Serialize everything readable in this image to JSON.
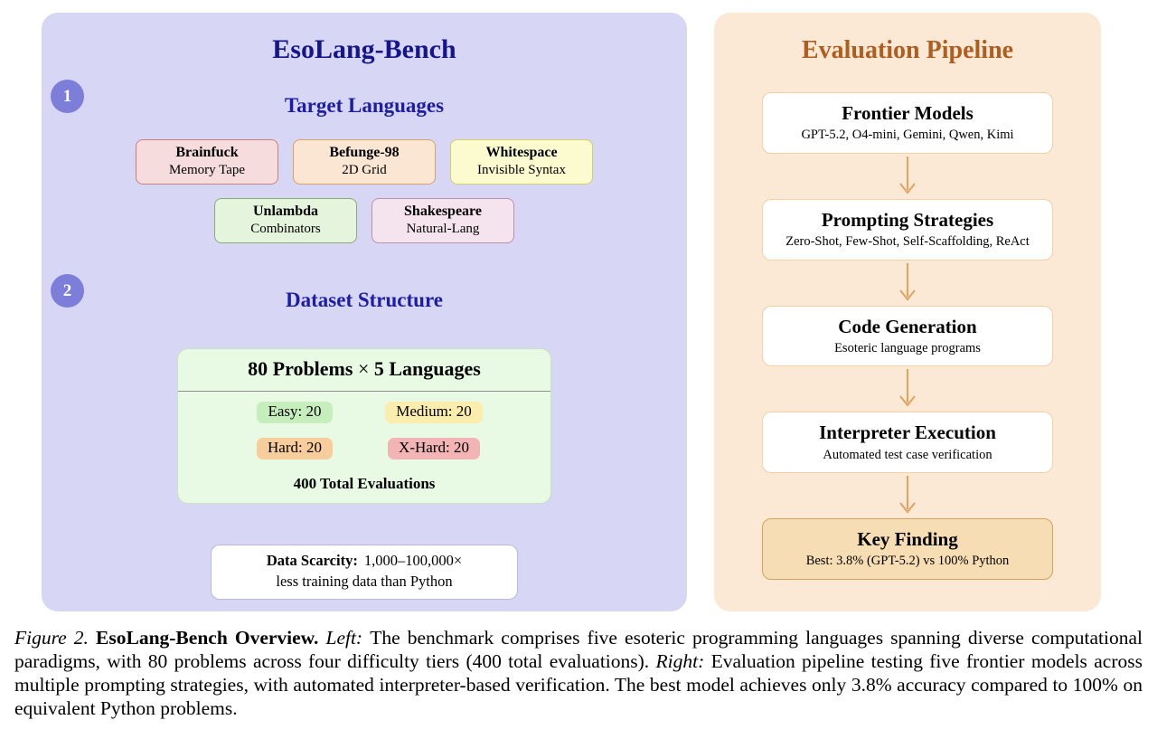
{
  "figure": {
    "left_panel": {
      "title": "EsoLang-Bench",
      "background": "#d7d6f4",
      "title_color": "#16168c",
      "heading_color": "#1d1da5",
      "badge_color": "#7c7eda",
      "sections": [
        {
          "badge": "1",
          "heading": "Target Languages"
        },
        {
          "badge": "2",
          "heading": "Dataset Structure"
        }
      ],
      "language_rows": [
        [
          {
            "name": "Brainfuck",
            "desc": "Memory Tape",
            "bg": "#f6dcdc",
            "border": "#c98080"
          },
          {
            "name": "Befunge-98",
            "desc": "2D Grid",
            "bg": "#fae6d3",
            "border": "#dba06b"
          },
          {
            "name": "Whitespace",
            "desc": "Invisible Syntax",
            "bg": "#fbfbcf",
            "border": "#d0d06e"
          }
        ],
        [
          {
            "name": "Unlambda",
            "desc": "Combinators",
            "bg": "#e5f4dc",
            "border": "#88ad74"
          },
          {
            "name": "Shakespeare",
            "desc": "Natural-Lang",
            "bg": "#f5e3ee",
            "border": "#bb8fae"
          }
        ]
      ],
      "dataset": {
        "header_left": "80 Problems",
        "header_times": "×",
        "header_right": "5 Languages",
        "bg": "#e8fae3",
        "difficulties": [
          {
            "label": "Easy: 20",
            "bg": "#c6eebd"
          },
          {
            "label": "Medium: 20",
            "bg": "#fbedae"
          },
          {
            "label": "Hard: 20",
            "bg": "#f7cd9b"
          },
          {
            "label": "X-Hard: 20",
            "bg": "#f2b4b4"
          }
        ],
        "total": "400 Total Evaluations"
      },
      "scarcity": {
        "label": "Data Scarcity:",
        "value": "1,000–100,000×",
        "line2": "less training data than Python"
      }
    },
    "right_panel": {
      "title": "Evaluation Pipeline",
      "background": "#fbe9d5",
      "title_color": "#b05e20",
      "arrow_color": "#e2a260",
      "step_border": "#f3d0a6",
      "highlight_bg": "#f7ddb4",
      "highlight_border": "#d4a15e",
      "steps": [
        {
          "title": "Frontier Models",
          "subtitle": "GPT-5.2, O4-mini, Gemini, Qwen, Kimi",
          "highlight": false
        },
        {
          "title": "Prompting Strategies",
          "subtitle": "Zero-Shot, Few-Shot, Self-Scaffolding, ReAct",
          "highlight": false
        },
        {
          "title": "Code Generation",
          "subtitle": "Esoteric language programs",
          "highlight": false
        },
        {
          "title": "Interpreter Execution",
          "subtitle": "Automated test case verification",
          "highlight": false
        },
        {
          "title": "Key Finding",
          "subtitle": "Best: 3.8% (GPT-5.2) vs 100% Python",
          "highlight": true
        }
      ]
    }
  },
  "caption": {
    "segments": [
      {
        "text": "Figure 2. ",
        "style": "italic"
      },
      {
        "text": "EsoLang-Bench Overview. ",
        "style": "bold"
      },
      {
        "text": "Left: ",
        "style": "italic"
      },
      {
        "text": "The benchmark comprises five esoteric programming languages spanning diverse computational paradigms, with 80 problems across four difficulty tiers (400 total evaluations). ",
        "style": "normal"
      },
      {
        "text": "Right: ",
        "style": "italic"
      },
      {
        "text": "Evaluation pipeline testing five frontier models across multiple prompting strategies, with automated interpreter-based verification. The best model achieves only 3.8% accuracy compared to 100% on equivalent Python problems.",
        "style": "normal"
      }
    ]
  }
}
